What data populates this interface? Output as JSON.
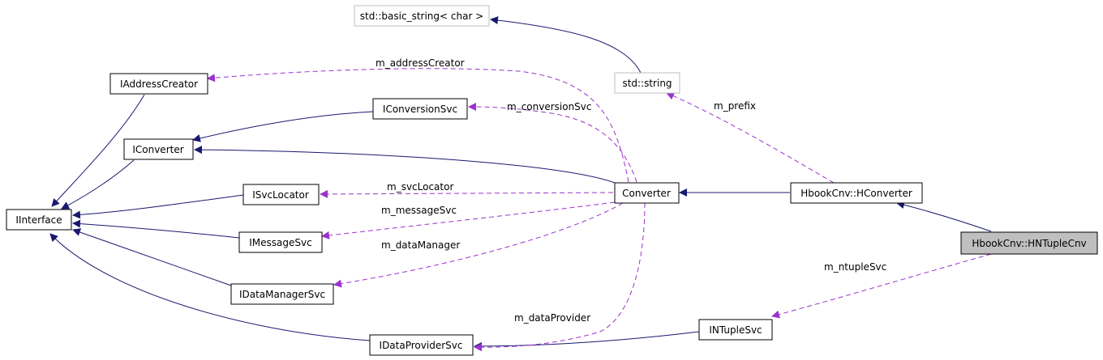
{
  "nodes": {
    "basic_string": "std::basic_string< char >",
    "std_string": "std::string",
    "iaddresscreator": "IAddressCreator",
    "iconversionsvc": "IConversionSvc",
    "iconverter": "IConverter",
    "isvclocator": "ISvcLocator",
    "iinterface": "IInterface",
    "imessagesvc": "IMessageSvc",
    "idatamanagersvc": "IDataManagerSvc",
    "idataprovidersvc": "IDataProviderSvc",
    "converter": "Converter",
    "hconverter": "HbookCnv::HConverter",
    "hntuplecnv": "HbookCnv::HNTupleCnv",
    "intuplesvc": "INTupleSvc"
  },
  "edge_labels": {
    "address_creator": "m_addressCreator",
    "conversion_svc": "m_conversionSvc",
    "prefix": "m_prefix",
    "svc_locator": "m_svcLocator",
    "message_svc": "m_messageSvc",
    "data_manager": "m_dataManager",
    "ntuple_svc": "m_ntupleSvc",
    "data_provider": "m_dataProvider"
  },
  "colors": {
    "inheritance_arrow": "#191970",
    "usage_arrow": "#9a32cd",
    "highlight_node": "#bfbfbf",
    "external_node_border": "#bfbfbf"
  }
}
